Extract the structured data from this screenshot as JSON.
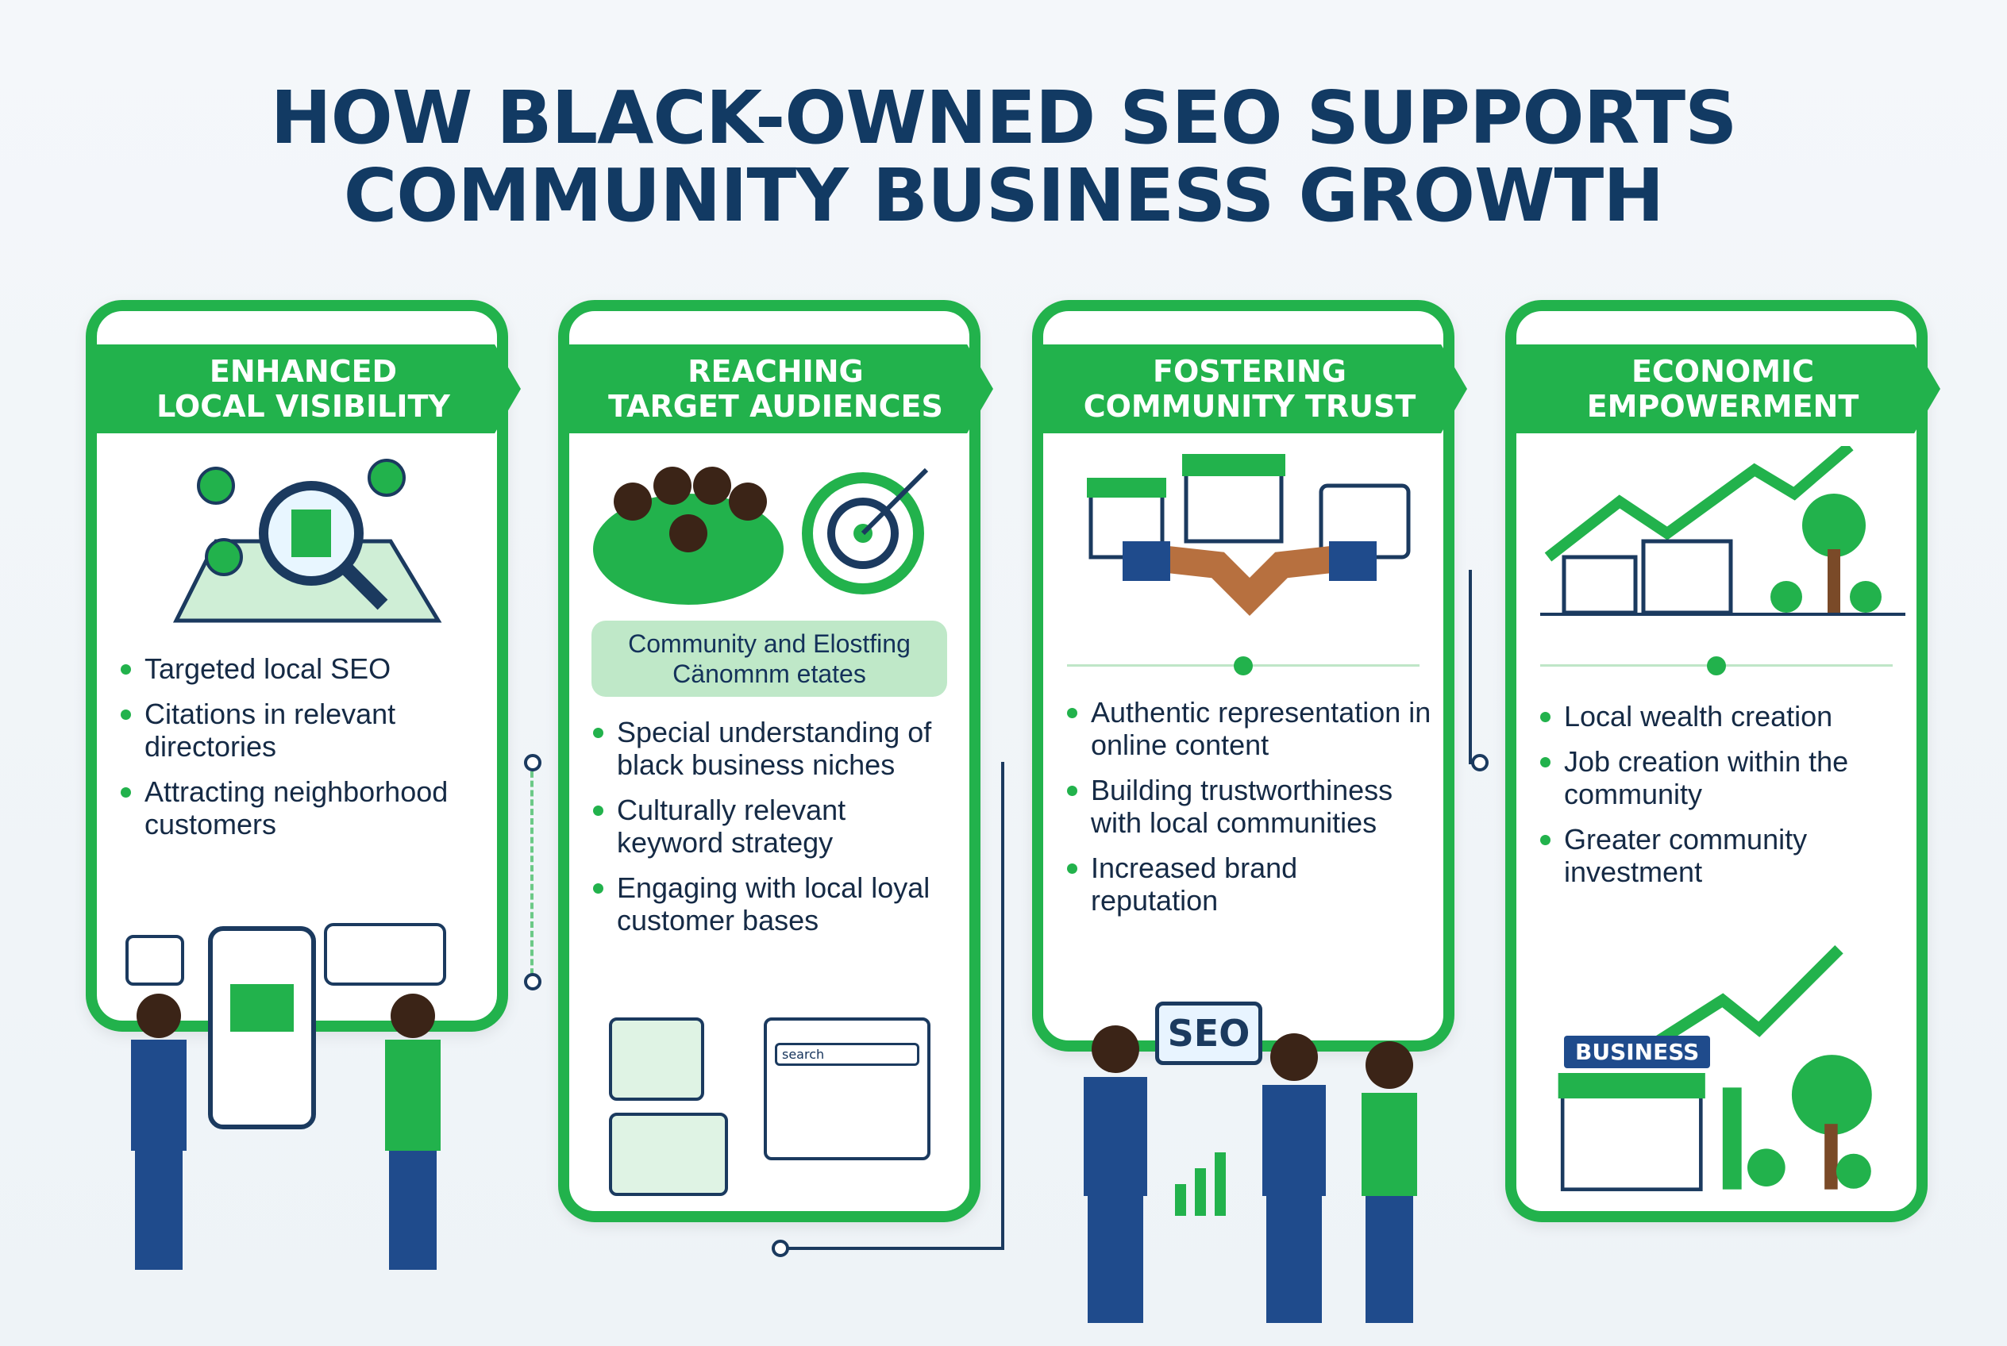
{
  "title": {
    "line1": "HOW BLACK-OWNED SEO SUPPORTS",
    "line2": "COMMUNITY BUSINESS GROWTH"
  },
  "colors": {
    "green": "#22b24c",
    "navy": "#123a63",
    "light_green": "#bfe8c8"
  },
  "cards": [
    {
      "heading1": "ENHANCED",
      "heading2": "LOCAL VISIBILITY",
      "bullets": [
        "Targeted local SEO",
        "Citations in relevant directories",
        "Attracting neighborhood customers"
      ]
    },
    {
      "heading1": "REACHING",
      "heading2": "TARGET AUDIENCES",
      "pill1": "Community and Elostfing",
      "pill2": "Cänomnm etates",
      "bullets": [
        "Special understanding of black business niches",
        "Culturally relevant keyword strategy",
        "Engaging with local loyal customer bases"
      ],
      "search_label": "search"
    },
    {
      "heading1": "FOSTERING",
      "heading2": "COMMUNITY TRUST",
      "bullets": [
        "Authentic representation in online content",
        "Building trustworthiness with local communities",
        "Increased brand reputation"
      ],
      "seo_label": "SEO"
    },
    {
      "heading1": "ECONOMIC",
      "heading2": "EMPOWERMENT",
      "bullets": [
        "Local wealth creation",
        "Job creation within the community",
        "Greater community investment"
      ],
      "business_label": "BUSINESS"
    }
  ]
}
